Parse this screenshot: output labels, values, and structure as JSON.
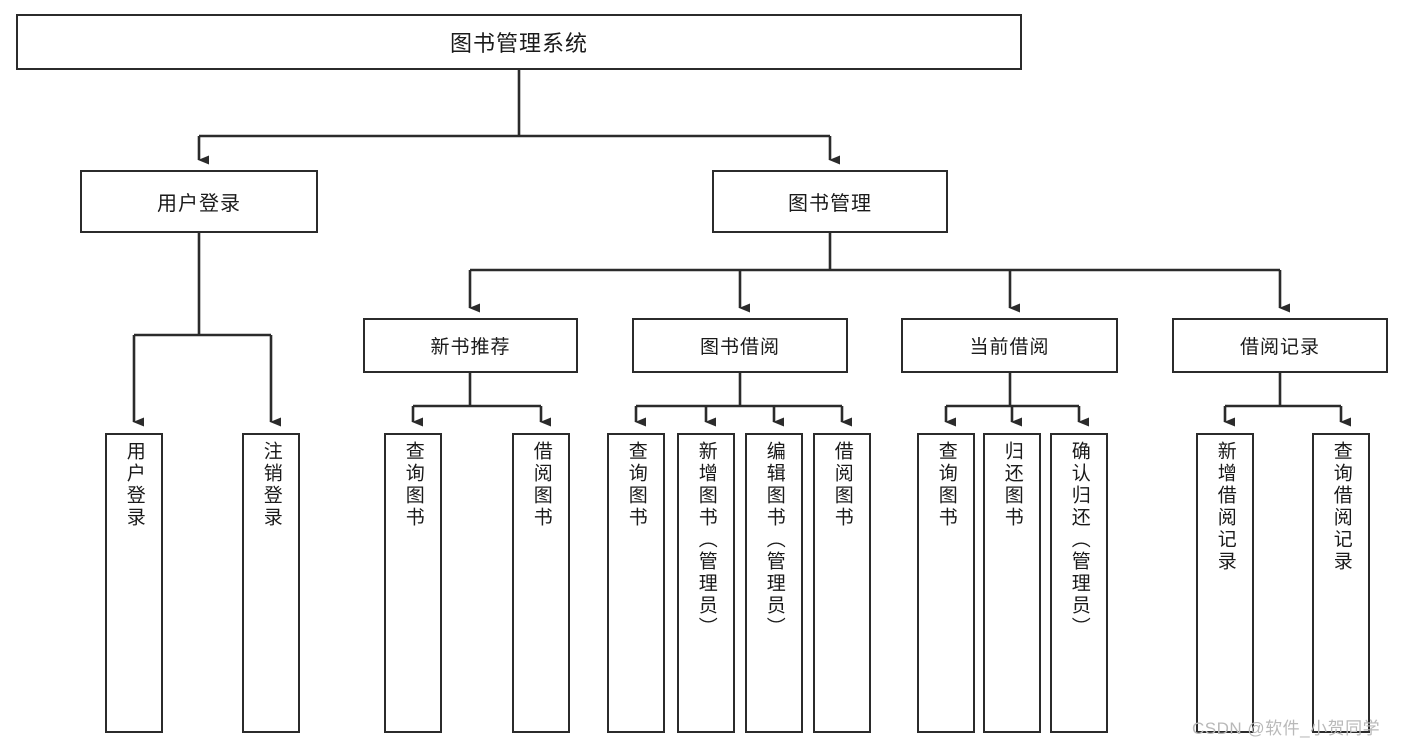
{
  "diagram": {
    "title_text": "图书管理系统",
    "type": "tree-hierarchy",
    "watermark": "CSDN @软件_小贺同学",
    "colors": {
      "box_border": "#2b2b2b",
      "box_fill": "#ffffff",
      "line": "#2b2b2b",
      "text": "#1a1a1a",
      "watermark": "#b9b9b9",
      "background": "#ffffff"
    },
    "root": {
      "label": "图书管理系统"
    },
    "level2": [
      {
        "id": "user-login",
        "label": "用户登录"
      },
      {
        "id": "book-management",
        "label": "图书管理"
      }
    ],
    "level3": [
      {
        "id": "new-book-recommend",
        "label": "新书推荐",
        "parent": "book-management"
      },
      {
        "id": "book-borrow",
        "label": "图书借阅",
        "parent": "book-management"
      },
      {
        "id": "current-borrow",
        "label": "当前借阅",
        "parent": "book-management"
      },
      {
        "id": "borrow-record",
        "label": "借阅记录",
        "parent": "book-management"
      }
    ],
    "leaves": [
      {
        "id": "leaf-user-login",
        "label": "用户登录",
        "parent": "user-login"
      },
      {
        "id": "leaf-user-logout",
        "label": "注销登录",
        "parent": "user-login"
      },
      {
        "id": "leaf-query-book-1",
        "label": "查询图书",
        "parent": "new-book-recommend"
      },
      {
        "id": "leaf-borrow-book-1",
        "label": "借阅图书",
        "parent": "new-book-recommend"
      },
      {
        "id": "leaf-query-book-2",
        "label": "查询图书",
        "parent": "book-borrow"
      },
      {
        "id": "leaf-add-book",
        "label": "新增图书（管理员）",
        "parent": "book-borrow"
      },
      {
        "id": "leaf-edit-book",
        "label": "编辑图书（管理员）",
        "parent": "book-borrow"
      },
      {
        "id": "leaf-borrow-book-2",
        "label": "借阅图书",
        "parent": "book-borrow"
      },
      {
        "id": "leaf-query-book-3",
        "label": "查询图书",
        "parent": "current-borrow"
      },
      {
        "id": "leaf-return-book",
        "label": "归还图书",
        "parent": "current-borrow"
      },
      {
        "id": "leaf-confirm-return",
        "label": "确认归还（管理员）",
        "parent": "current-borrow"
      },
      {
        "id": "leaf-add-record",
        "label": "新增借阅记录",
        "parent": "borrow-record"
      },
      {
        "id": "leaf-query-record",
        "label": "查询借阅记录",
        "parent": "borrow-record"
      }
    ]
  }
}
